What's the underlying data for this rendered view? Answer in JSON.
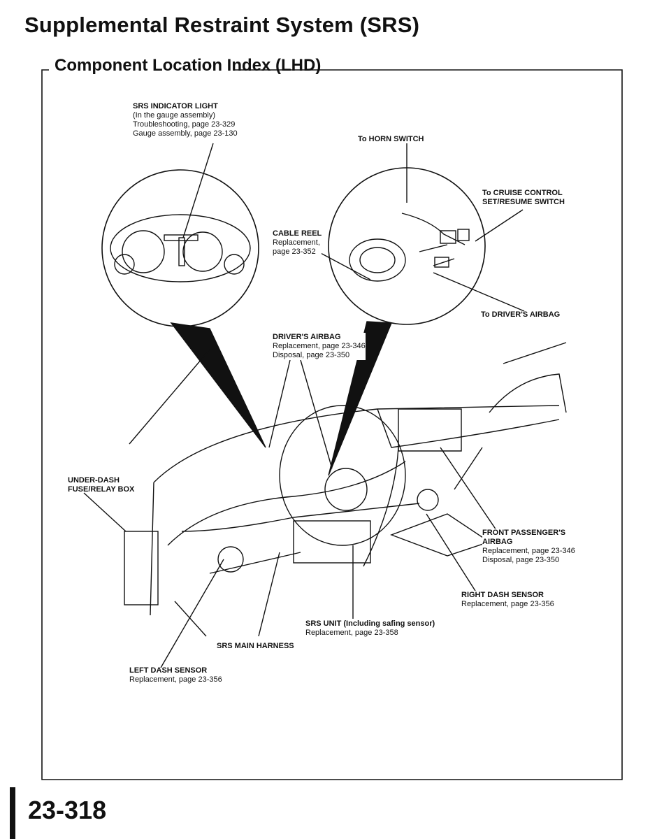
{
  "title": "Supplemental Restraint System (SRS)",
  "subtitle": "Component Location Index (LHD)",
  "page_number": "23-318",
  "labels": {
    "indicator": {
      "name": "SRS INDICATOR LIGHT",
      "l1": "(In the gauge assembly)",
      "l2": "Troubleshooting, page 23-329",
      "l3": "Gauge assembly, page 23-130"
    },
    "horn": {
      "name": "To HORN SWITCH"
    },
    "cruise": {
      "name": "To CRUISE CONTROL",
      "l1": "SET/RESUME SWITCH"
    },
    "cable_reel": {
      "name": "CABLE REEL",
      "l1": "Replacement,",
      "l2": "page 23-352"
    },
    "to_driver": {
      "name": "To DRIVER'S AIRBAG"
    },
    "driver_airbag": {
      "name": "DRIVER'S AIRBAG",
      "l1": "Replacement, page 23-346",
      "l2": "Disposal, page 23-350"
    },
    "fuse_box": {
      "name": "UNDER-DASH",
      "l1": "FUSE/RELAY BOX"
    },
    "passenger_airbag": {
      "name": "FRONT PASSENGER'S",
      "l1": "AIRBAG",
      "l2": "Replacement, page 23-346",
      "l3": "Disposal, page 23-350"
    },
    "right_sensor": {
      "name": "RIGHT DASH SENSOR",
      "l1": "Replacement, page 23-356"
    },
    "srs_unit": {
      "name": "SRS UNIT (Including safing sensor)",
      "l1": "Replacement, page 23-358"
    },
    "harness": {
      "name": "SRS MAIN HARNESS"
    },
    "left_sensor": {
      "name": "LEFT DASH SENSOR",
      "l1": "Replacement, page 23-356"
    }
  }
}
